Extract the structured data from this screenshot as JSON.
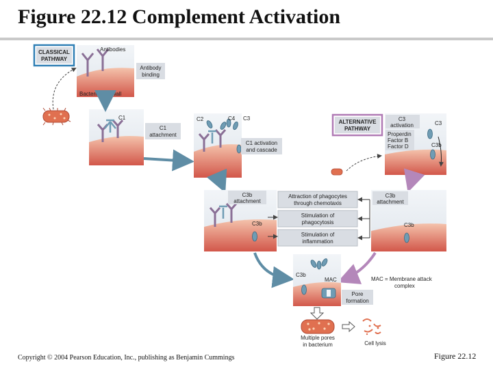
{
  "slide": {
    "title": "Figure 22.12  Complement Activation",
    "copyright": "Copyright © 2004 Pearson Education, Inc., publishing as Benjamin Cummings",
    "figure_label": "Figure 22.12"
  },
  "diagram": {
    "classical_pathway": {
      "line1": "CLASSICAL",
      "line2": "PATHWAY"
    },
    "alternative_pathway": {
      "line1": "ALTERNATIVE",
      "line2": "PATHWAY"
    },
    "antibodies": "Antibodies",
    "bacterial_cell_wall": "Bacterial cell wall",
    "antibody_binding": {
      "line1": "Antibody",
      "line2": "binding"
    },
    "c1": "C1",
    "c1_attachment": {
      "line1": "C1",
      "line2": "attachment"
    },
    "c2": "C2",
    "c4": "C4",
    "c3": "C3",
    "c3b": "C3b",
    "c1_activation": {
      "line1": "C1 activation",
      "line2": "and cascade"
    },
    "c3_activation": {
      "line1": "C3",
      "line2": "activation"
    },
    "alt_factors": {
      "line1": "Properdin",
      "line2": "Factor B",
      "line3": "Factor D"
    },
    "c3b_attachment": {
      "line1": "C3b",
      "line2": "attachment"
    },
    "attraction": {
      "line1": "Attraction of phagocytes",
      "line2": "through chemotaxis"
    },
    "stimulation_phagocytosis": {
      "line1": "Stimulation of",
      "line2": "phagocytosis"
    },
    "stimulation_inflammation": {
      "line1": "Stimulation of",
      "line2": "inflammation"
    },
    "mac": "MAC",
    "mac_definition": {
      "line1": "MAC = Membrane attack",
      "line2": "complex"
    },
    "pore_formation": {
      "line1": "Pore",
      "line2": "formation"
    },
    "multiple_pores": {
      "line1": "Multiple pores",
      "line2": "in bacterium"
    },
    "cell_lysis": "Cell lysis",
    "colors": {
      "classical_border": "#2f7fb5",
      "alternative_border": "#b07ab5",
      "label_box": "#d9dde3",
      "cell_red": "#d2574a",
      "cell_light": "#edb39b",
      "panel_bg": "#e7ecf2",
      "flow_arrow": "#5f8da5",
      "alt_arrow": "#b487ba",
      "antibody": "#8a6f96",
      "complement": "#6f9cb4"
    }
  }
}
